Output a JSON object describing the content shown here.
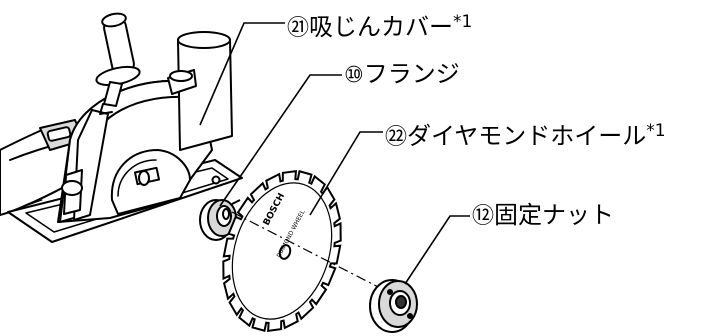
{
  "callouts": {
    "dust_cover": {
      "number": "㉑",
      "name": "吸じんカバー",
      "footnote": "*1"
    },
    "flange": {
      "number": "⑩",
      "name": "フランジ"
    },
    "diamond_wheel": {
      "number": "㉒",
      "name": "ダイヤモンドホイール",
      "footnote": "*1"
    },
    "lock_nut": {
      "number": "⑫",
      "name": "固定ナット"
    }
  },
  "wheel_print": {
    "brand": "BOSCH",
    "model": "DIAMOND WHEEL"
  },
  "colors": {
    "line": "#000000",
    "fill": "#ffffff",
    "shade": "#d9d9d9",
    "dark": "#333333"
  }
}
